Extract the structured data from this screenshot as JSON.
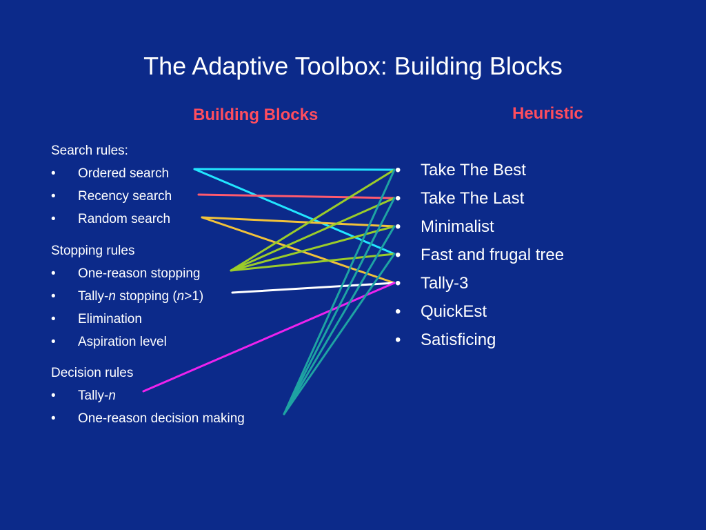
{
  "title": "The Adaptive Toolbox: Building Blocks",
  "left_heading": "Building Blocks",
  "right_heading": "Heuristic",
  "bullet": "•",
  "groups": [
    {
      "label": "Search rules:",
      "items": [
        {
          "text": "Ordered search"
        },
        {
          "text": "Recency search"
        },
        {
          "text": "Random search"
        }
      ]
    },
    {
      "label": "Stopping rules",
      "items": [
        {
          "text": "One-reason stopping"
        },
        {
          "parts": [
            {
              "t": "Tally-"
            },
            {
              "t": "n",
              "i": true
            },
            {
              "t": " stopping ("
            },
            {
              "t": "n",
              "i": true
            },
            {
              "t": ">1)"
            }
          ]
        },
        {
          "text": "Elimination"
        },
        {
          "text": "Aspiration level"
        }
      ]
    },
    {
      "label": "Decision rules",
      "items": [
        {
          "parts": [
            {
              "t": "Tally-"
            },
            {
              "t": "n",
              "i": true
            }
          ]
        },
        {
          "text": "One-reason decision making"
        }
      ]
    }
  ],
  "heuristics": [
    "Take The Best",
    "Take The Last",
    "Minimalist",
    "Fast and frugal tree",
    "Tally-3",
    "QuickEst",
    "Satisficing"
  ],
  "colors": {
    "background": "#0c2a8a",
    "heading": "#ff4d5e",
    "cyan": "#22e6ff",
    "red": "#ff5a6e",
    "yellow": "#f2c23a",
    "lime": "#9bcc2a",
    "white": "#ffffff",
    "magenta": "#ee22ee",
    "teal": "#1ea3a3"
  },
  "connections": [
    {
      "from": "Ordered search",
      "to": "Take The Best",
      "color": "cyan"
    },
    {
      "from": "Ordered search",
      "to": "Fast and frugal tree",
      "color": "cyan"
    },
    {
      "from": "Recency search",
      "to": "Take The Last",
      "color": "red"
    },
    {
      "from": "Random search",
      "to": "Minimalist",
      "color": "yellow"
    },
    {
      "from": "Random search",
      "to": "Tally-3",
      "color": "yellow"
    },
    {
      "from": "One-reason stopping",
      "to": "Take The Best",
      "color": "lime"
    },
    {
      "from": "One-reason stopping",
      "to": "Take The Last",
      "color": "lime"
    },
    {
      "from": "One-reason stopping",
      "to": "Minimalist",
      "color": "lime"
    },
    {
      "from": "One-reason stopping",
      "to": "Fast and frugal tree",
      "color": "lime"
    },
    {
      "from": "Tally-n stopping (n>1)",
      "to": "Tally-3",
      "color": "white"
    },
    {
      "from": "Tally-n",
      "to": "Tally-3",
      "color": "magenta"
    },
    {
      "from": "One-reason decision making",
      "to": "Take The Best",
      "color": "teal"
    },
    {
      "from": "One-reason decision making",
      "to": "Take The Last",
      "color": "teal"
    },
    {
      "from": "One-reason decision making",
      "to": "Minimalist",
      "color": "teal"
    },
    {
      "from": "One-reason decision making",
      "to": "Fast and frugal tree",
      "color": "teal"
    }
  ]
}
